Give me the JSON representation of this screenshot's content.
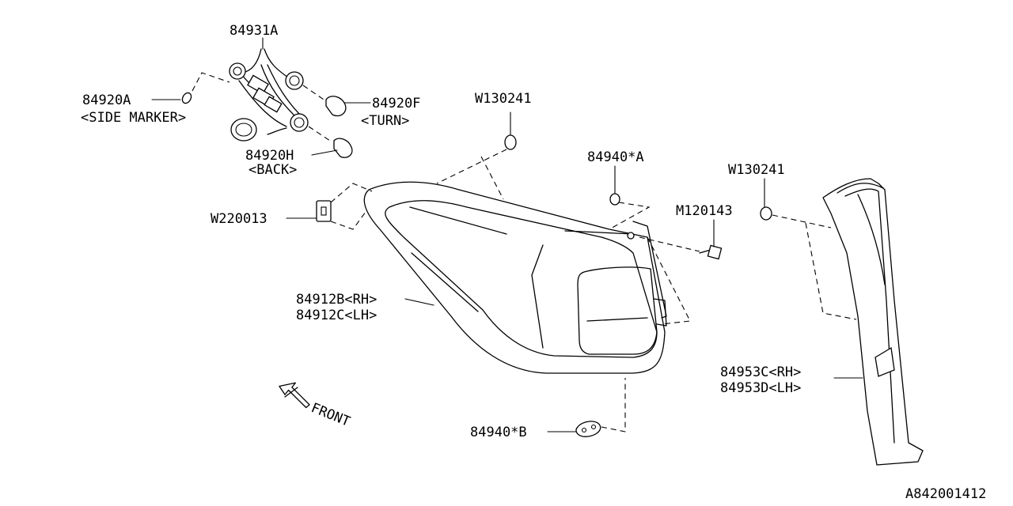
{
  "diagram_id": "A842001412",
  "front_label": "FRONT",
  "parts": {
    "harness": "84931A",
    "side_marker_bulb": {
      "number": "84920A",
      "desc": "<SIDE MARKER>"
    },
    "turn_bulb": {
      "number": "84920F",
      "desc": "<TURN>"
    },
    "back_bulb": {
      "number": "84920H",
      "desc": "<BACK>"
    },
    "clip_nut_left": "W130241",
    "gasket_a": "84940*A",
    "clip_nut_right": "W130241",
    "bolt": "M120143",
    "nut_w": "W220013",
    "lamp_rh": "84912B<RH>",
    "lamp_lh": "84912C<LH>",
    "gasket_b": "84940*B",
    "garnish_rh": "84953C<RH>",
    "garnish_lh": "84953D<LH>"
  }
}
